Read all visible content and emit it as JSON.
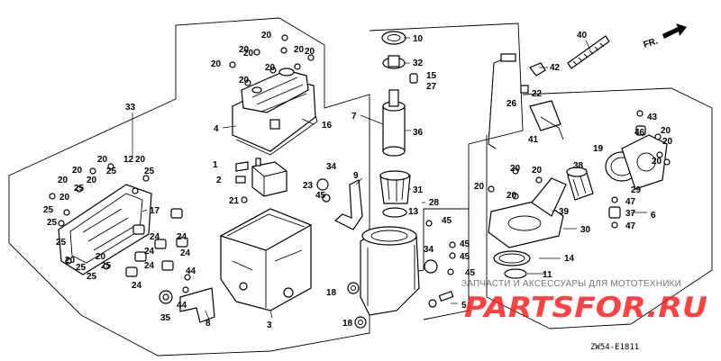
{
  "diagram": {
    "direction_label": "FR.",
    "diagram_code": "ZW54-E1811",
    "watermark": {
      "caption": "ЗАПЧАСТИ И АКСЕССУАРЫ ДЛЯ МОТОТЕХНИКИ",
      "logo_text": "PARTSFOR.RU"
    },
    "callouts": {
      "c1": "1",
      "c2": "2",
      "c3": "3",
      "c4": "4",
      "c5": "5",
      "c6": "6",
      "c7": "7",
      "c8": "8",
      "c9": "9",
      "c10": "10",
      "c11": "11",
      "c12": "12",
      "c13": "13",
      "c14": "14",
      "c15": "15",
      "c16": "16",
      "c17": "17",
      "c18a": "18",
      "c18b": "18",
      "c19": "19",
      "c20a": "20",
      "c20b": "20",
      "c20c": "20",
      "c20d": "20",
      "c20e": "20",
      "c20f": "20",
      "c20g": "20",
      "c20h": "20",
      "c20i": "20",
      "c20j": "20",
      "c20k": "20",
      "c20l": "20",
      "c20m": "20",
      "c20n": "20",
      "c20o": "20",
      "c20p": "20",
      "c20q": "20",
      "c20r": "20",
      "c20s": "20",
      "c20t": "20",
      "c20u": "20",
      "c20v": "20",
      "c20w": "20",
      "c21": "21",
      "c22": "22",
      "c23": "23",
      "c24a": "24",
      "c24b": "24",
      "c24c": "24",
      "c24d": "24",
      "c24e": "24",
      "c24f": "24",
      "c25a": "25",
      "c25b": "25",
      "c25c": "25",
      "c25d": "25",
      "c25e": "25",
      "c25f": "25",
      "c25g": "25",
      "c25h": "25",
      "c25i": "25",
      "c26": "26",
      "c27": "27",
      "c28": "28",
      "c29": "29",
      "c30": "30",
      "c31": "31",
      "c32": "32",
      "c33": "33",
      "c34a": "34",
      "c34b": "34",
      "c35": "35",
      "c36": "36",
      "c37": "37",
      "c38": "38",
      "c39": "39",
      "c40": "40",
      "c41": "41",
      "c42": "42",
      "c43": "43",
      "c44a": "44",
      "c44b": "44",
      "c45a": "45",
      "c45b": "45",
      "c45c": "45",
      "c45d": "45",
      "c45e": "45",
      "c46": "46",
      "c47a": "47",
      "c47b": "47"
    }
  }
}
